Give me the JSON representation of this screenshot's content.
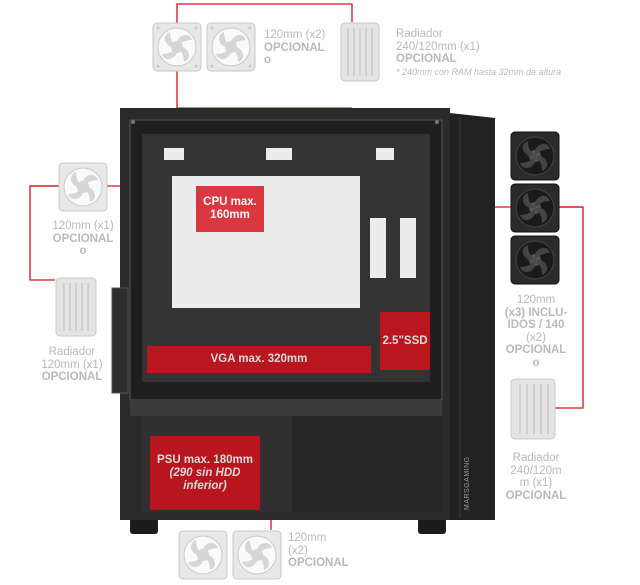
{
  "labels": {
    "top_fans": {
      "line1": "120mm (x2)",
      "line2": "OPCIONAL",
      "line3": "o"
    },
    "top_radiator": {
      "line1": "Radiador",
      "line2": "240/120mm (x1)",
      "line3": "OPCIONAL",
      "note": "* 240mm con RAM hasta 32mm de altura"
    },
    "left_fan": {
      "line1": "120mm (x1)",
      "line2": "OPCIONAL",
      "line3": "o"
    },
    "left_radiator": {
      "line1": "Radiador",
      "line2": "120mm (x1)",
      "line3": "OPCIONAL"
    },
    "right_fans": {
      "line1": "120mm",
      "line2": "(x3) INCLU-",
      "line3": "IDOS / 140",
      "line4": "(x2)",
      "line5": "OPCIONAL",
      "line6": "o"
    },
    "right_radiator": {
      "line1": "Radiador",
      "line2": "240/120m",
      "line3": "m (x1)",
      "line4": "OPCIONAL"
    },
    "bottom_fans": {
      "line1": "120mm",
      "line2": "(x2)",
      "line3": "OPCIONAL"
    }
  },
  "zones": {
    "cpu": {
      "line1": "CPU max.",
      "line2": "160mm"
    },
    "vga": {
      "text": "VGA max. 320mm"
    },
    "ssd": {
      "text": "2.5\"SSD"
    },
    "psu": {
      "line1": "PSU max. 180mm",
      "line2": "(290 sin HDD",
      "line3": "inferior)"
    }
  },
  "brand": {
    "text": "MARSGAMING"
  },
  "colors": {
    "accent": "#d8101c",
    "label": "#b9b9b9",
    "chassis": "#2b2b2b"
  }
}
